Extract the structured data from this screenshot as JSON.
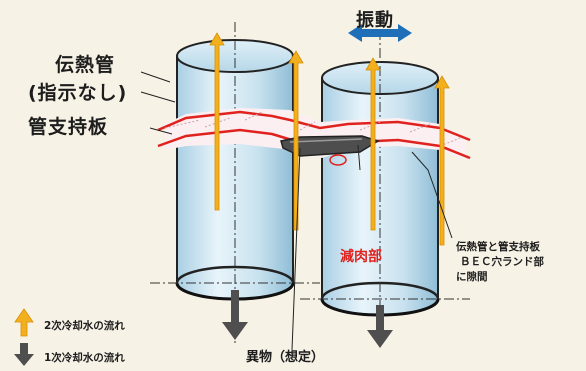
{
  "labels": {
    "vibration": "振動",
    "tube_title_line1": "伝熱管",
    "tube_title_line2": "(指示なし)",
    "support_plate": "管支持板",
    "thinning": "減肉部",
    "gap_note_line1": "伝熱管と管支持板",
    "gap_note_line2": "ＢＥＣ穴ランド部",
    "gap_note_line3": "に隙間",
    "foreign_object": "異物（想定）"
  },
  "legend": {
    "secondary": "2次冷却水の流れ",
    "primary": "1次冷却水の流れ"
  },
  "colors": {
    "primary_flow": "#4f4f4f",
    "secondary_flow": "#f2b01e",
    "tube_fill": "#cfe6f2",
    "plate_edge": "#e0221e",
    "vibration_arrow": "#1f6fb8",
    "background": "#f7f2e6"
  },
  "icons": {
    "vibration": "double-arrow-icon",
    "secondary_flow": "up-arrow-icon",
    "primary_flow": "down-arrow-icon"
  }
}
